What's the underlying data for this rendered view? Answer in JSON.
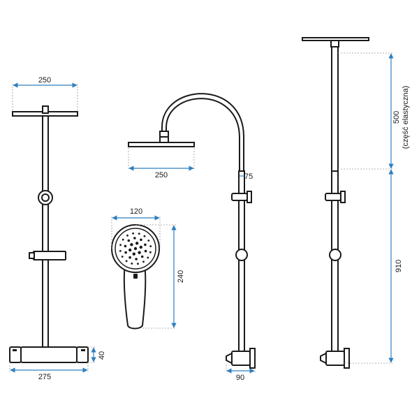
{
  "dimensions": {
    "front_head_width": "250",
    "front_mixer_width": "275",
    "front_mixer_height": "40",
    "side_head_width": "250",
    "side_arm_offset": "75",
    "side_wall_depth": "90",
    "hand_shower_width": "120",
    "hand_shower_height": "240",
    "upper_height": "500",
    "upper_height_note": "(część elastyczna)",
    "lower_height": "910"
  },
  "colors": {
    "dimension_line": "#2e7fc0",
    "outline": "#1a1a1a",
    "guide": "#9a9a9a"
  }
}
